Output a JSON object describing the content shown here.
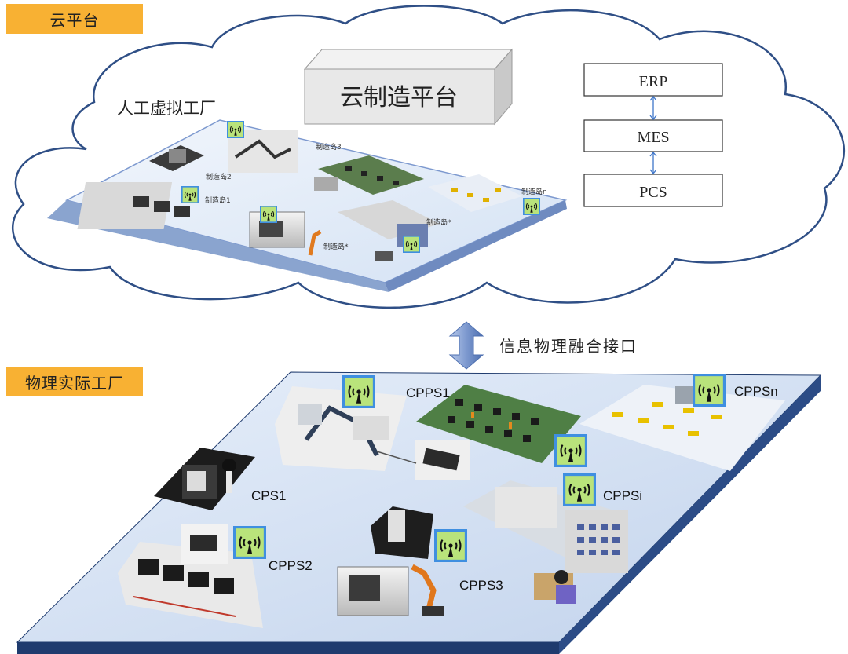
{
  "sections": {
    "cloud_label": "云平台",
    "physical_label": "物理实际工厂"
  },
  "cloud": {
    "virtual_factory_label": "人工虚拟工厂",
    "platform_title": "云制造平台",
    "stack": [
      "ERP",
      "MES",
      "PCS"
    ],
    "islands": [
      "制造岛1",
      "制造岛2",
      "制造岛3",
      "制造岛*",
      "制造岛*",
      "制造岛n"
    ]
  },
  "interface_label": "信息物理融合接口",
  "physical": {
    "units": [
      "CPS1",
      "CPPS1",
      "CPPS2",
      "CPPS3",
      "CPPSi",
      "CPPSn"
    ]
  },
  "colors": {
    "tag_orange": "#f8b133",
    "cloud_fill": "#ffffff",
    "cloud_stroke": "#2f4f86",
    "plate_top": "#cddcf0",
    "plate_side": "#1f3b6e",
    "arrow": "#7d99cf",
    "wifi_frame": "#3f8fe0",
    "wifi_bg": "#b9e37b"
  },
  "icons": [
    "wifi-signal-icon",
    "double-arrow-icon"
  ]
}
